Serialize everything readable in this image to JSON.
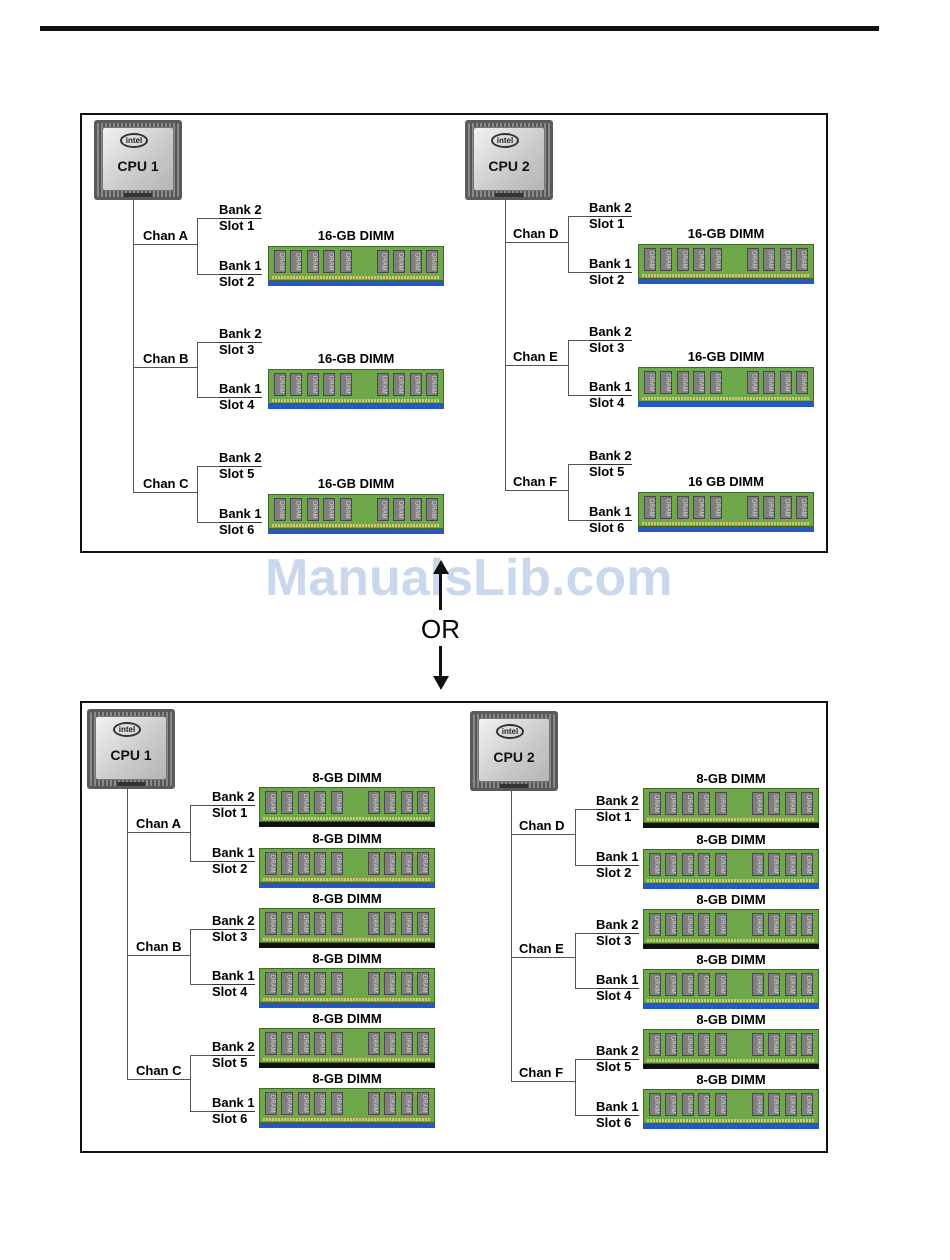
{
  "or_label": "OR",
  "watermark": "ManualsLib.com",
  "chip_label": "DRAM",
  "cpu_logo": "intel",
  "configs": [
    {
      "dimm_label": "16-GB DIMM",
      "rail_color": "#2557c7",
      "cpus": [
        {
          "name": "CPU 1",
          "channels": [
            {
              "name": "Chan A",
              "slots": [
                {
                  "bank": "Bank 2",
                  "slot": "Slot 1"
                },
                {
                  "bank": "Bank 1",
                  "slot": "Slot 2"
                }
              ],
              "dimm_label": "16-GB DIMM"
            },
            {
              "name": "Chan B",
              "slots": [
                {
                  "bank": "Bank 2",
                  "slot": "Slot 3"
                },
                {
                  "bank": "Bank 1",
                  "slot": "Slot 4"
                }
              ],
              "dimm_label": "16-GB DIMM"
            },
            {
              "name": "Chan C",
              "slots": [
                {
                  "bank": "Bank 2",
                  "slot": "Slot 5"
                },
                {
                  "bank": "Bank 1",
                  "slot": "Slot 6"
                }
              ],
              "dimm_label": "16-GB DIMM"
            }
          ]
        },
        {
          "name": "CPU 2",
          "channels": [
            {
              "name": "Chan D",
              "slots": [
                {
                  "bank": "Bank 2",
                  "slot": "Slot 1"
                },
                {
                  "bank": "Bank 1",
                  "slot": "Slot 2"
                }
              ],
              "dimm_label": "16-GB DIMM"
            },
            {
              "name": "Chan E",
              "slots": [
                {
                  "bank": "Bank 2",
                  "slot": "Slot 3"
                },
                {
                  "bank": "Bank 1",
                  "slot": "Slot 4"
                }
              ],
              "dimm_label": "16-GB DIMM"
            },
            {
              "name": "Chan F",
              "slots": [
                {
                  "bank": "Bank 2",
                  "slot": "Slot 5"
                },
                {
                  "bank": "Bank 1",
                  "slot": "Slot 6"
                }
              ],
              "dimm_label": "16 GB DIMM"
            }
          ]
        }
      ]
    },
    {
      "dimm_label": "8-GB DIMM",
      "rail_color_bank2": "#111111",
      "rail_color_bank1": "#2557c7",
      "cpus": [
        {
          "name": "CPU 1",
          "channels": [
            {
              "name": "Chan A",
              "slots": [
                {
                  "bank": "Bank 2",
                  "slot": "Slot 1"
                },
                {
                  "bank": "Bank 1",
                  "slot": "Slot 2"
                }
              ]
            },
            {
              "name": "Chan B",
              "slots": [
                {
                  "bank": "Bank 2",
                  "slot": "Slot 3"
                },
                {
                  "bank": "Bank 1",
                  "slot": "Slot 4"
                }
              ]
            },
            {
              "name": "Chan C",
              "slots": [
                {
                  "bank": "Bank 2",
                  "slot": "Slot 5"
                },
                {
                  "bank": "Bank 1",
                  "slot": "Slot 6"
                }
              ]
            }
          ]
        },
        {
          "name": "CPU 2",
          "channels": [
            {
              "name": "Chan D",
              "slots": [
                {
                  "bank": "Bank 2",
                  "slot": "Slot 1"
                },
                {
                  "bank": "Bank 1",
                  "slot": "Slot 2"
                }
              ]
            },
            {
              "name": "Chan E",
              "slots": [
                {
                  "bank": "Bank 2",
                  "slot": "Slot 3"
                },
                {
                  "bank": "Bank 1",
                  "slot": "Slot 4"
                }
              ]
            },
            {
              "name": "Chan F",
              "slots": [
                {
                  "bank": "Bank 2",
                  "slot": "Slot 5"
                },
                {
                  "bank": "Bank 1",
                  "slot": "Slot 6"
                }
              ]
            }
          ]
        }
      ]
    }
  ]
}
